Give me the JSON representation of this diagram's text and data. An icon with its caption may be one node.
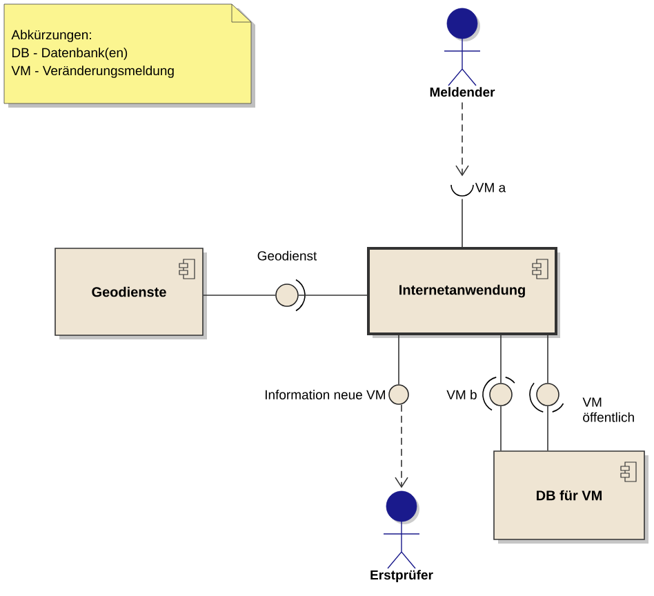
{
  "diagram": {
    "nodes": [
      {
        "text": [
          "Abkürzungen:",
          "DB - Datenbank(en)",
          "VM - Veränderungsmeldung"
        ]
      },
      {
        "text": [
          "Meldender"
        ]
      },
      {
        "text": [
          "VM a"
        ]
      },
      {
        "text": [
          "Geodienste"
        ]
      },
      {
        "text": [
          "Geodienst"
        ]
      },
      {
        "text": [
          "Internetanwendung"
        ]
      },
      {
        "text": [
          "Information neue VM"
        ]
      },
      {
        "text": [
          "VM b"
        ]
      },
      {
        "text": [
          "VM öffentlich"
        ]
      },
      {
        "text": [
          "DB für VM"
        ]
      },
      {
        "text": [
          "Erstprüfer"
        ]
      }
    ],
    "edges": [
      {
        "from": 1,
        "to": 2,
        "arrow": "to",
        "style": "dashed"
      },
      {
        "from": 5,
        "to": 2,
        "arrow": "none"
      },
      {
        "from": 3,
        "to": 4,
        "arrow": "none"
      },
      {
        "from": 4,
        "to": 5,
        "arrow": "none"
      },
      {
        "from": 5,
        "to": 6,
        "arrow": "none"
      },
      {
        "from": 6,
        "to": 10,
        "arrow": "to",
        "style": "dashed"
      },
      {
        "from": 5,
        "to": 7,
        "arrow": "none"
      },
      {
        "from": 9,
        "to": 7,
        "arrow": "none"
      },
      {
        "from": 5,
        "to": 8,
        "arrow": "none"
      },
      {
        "from": 9,
        "to": 8,
        "arrow": "none"
      }
    ]
  }
}
